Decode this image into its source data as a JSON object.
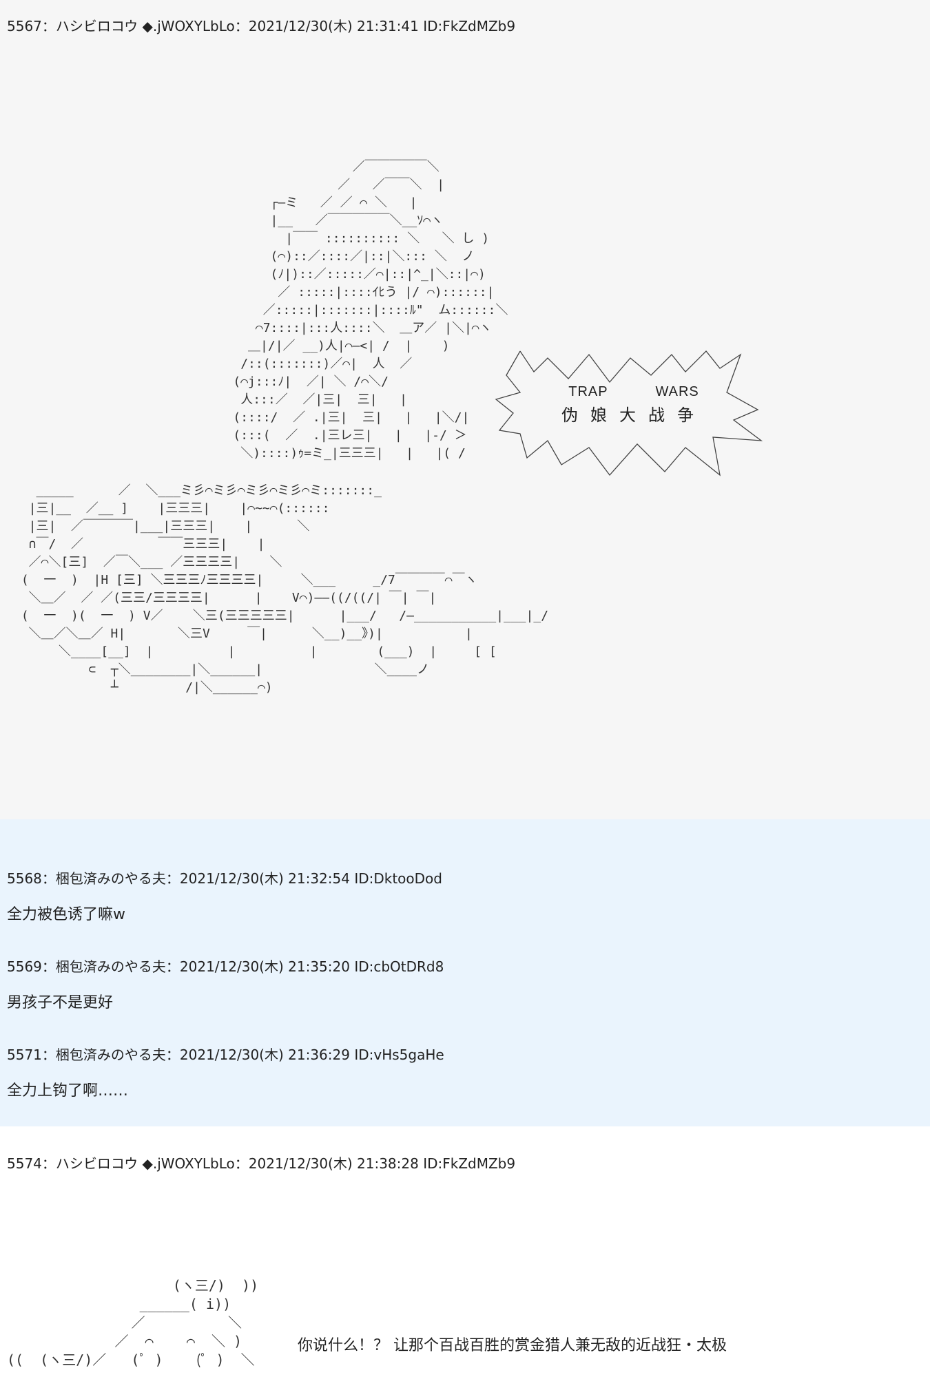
{
  "posts": [
    {
      "header": "5567：ハシビロコウ ◆.jWOXYLbLo：2021/12/30(木) 21:31:41 ID:FkZdMZb9",
      "aa": "                          ／￣￣￣￣￣＼\n                        ／   ／￣￣＼  |\n               ┌―ミ   ／ ／ ⌒ ＼   |\n               |__   ／￣￣￣￣￣＼__ｿ⌒ヽ\n                 |￣￣ :::::::::: ＼   ＼ し )\n               (⌒)::／::::／|::|＼::: ＼  ノ\n               (ﾉ|)::／:::::／⌒|::|^_|＼::|⌒)\n                ／ :::::|::::ｲﾋう |/ ⌒)::::::|\n              ／:::::|:::::::|::::ﾙ\"  ム::::::＼\n             ⌒7::::|:::人::::＼  ＿ア／ |＼|⌒ヽ\n            ＿|/|／ __)人|⌒―<| /  |    )\n           /::(:::::::)／⌒|  人  ／\n          (⌒j:::ﾉ|  ／| ＼ /⌒＼/\n           人:::／  ／|三|  三|   |\n          (::::/  ／ .|三|  三|   |   |＼/|\n          (:::(  ／  .|三レ三|   |   |-/ ＞\n           ＼)::::)ｩ=ミ_|三三三|   |   |( /",
      "bubble_en": [
        "TRAP",
        "WARS"
      ],
      "bubble_zh": "伪娘大战争",
      "aa_lower": "   _____      ／  ＼___ミ彡⌒ミ彡⌒ミ彡⌒ミ彡⌒ミ:::::::_\n  |三|__  ／__ ]    |三三三|    |⌒~~⌒(::::::\n  |三|  ／￣￣￣￣|___|三三三|    |      ＼\n  ∩￣/  ／          ￣￣三三三|    |\n  ／⌒＼[三]  ／￣＼___ ／三三三三|    ＼\n (  一  )  |H [三] ＼三三三ﾉ三三三三|     ＼___     _/7￣￣￣￣⌒￣ヽ\n  ＼＿／  ／ ／(三三/三三三三|      |    V⌒)――((/((/| ￣| ￣|\n (  一  )(  一  ) V／    ＼三(三三三三三|      |___/   /―___________|___|_/\n  ＼＿／＼＿／ H|       ＼三V     ￣|      ＼__)__》)|           |\n      ＼____[__]  |          |          |        (___)  |     [ [\n          ⊂  ┬＼________|＼______|               ＼____ノ\n             ┴         /|＼______⌒)"
    },
    {
      "header": "5568：梱包済みのやる夫：2021/12/30(木) 21:32:54 ID:DktooDod",
      "text": "全力被色诱了嘛w"
    },
    {
      "header": "5569：梱包済みのやる夫：2021/12/30(木) 21:35:20 ID:cbOtDRd8",
      "text": "男孩子不是更好"
    },
    {
      "header": "5571：梱包済みのやる夫：2021/12/30(木) 21:36:29 ID:vHs5gaHe",
      "text": "全力上钩了啊……"
    },
    {
      "header": "5574：ハシビロコウ ◆.jWOXYLbLo：2021/12/30(木) 21:38:28 ID:FkZdMZb9",
      "aa": "                    (ヽ三/)  ))\n                ______( i))\n               ／          ＼\n             ／  ⌒    ⌒  ＼ )\n((  (ヽ三/)／   (ﾟ )    (ﾟ )  ＼",
      "text": "你说什么！？  让那个百战百胜的赏金猎人兼无敌的近战狂・太极"
    }
  ],
  "colors": {
    "post_gray": "#f6f6f6",
    "post_blue": "#eaf4fd",
    "text": "#222222"
  }
}
